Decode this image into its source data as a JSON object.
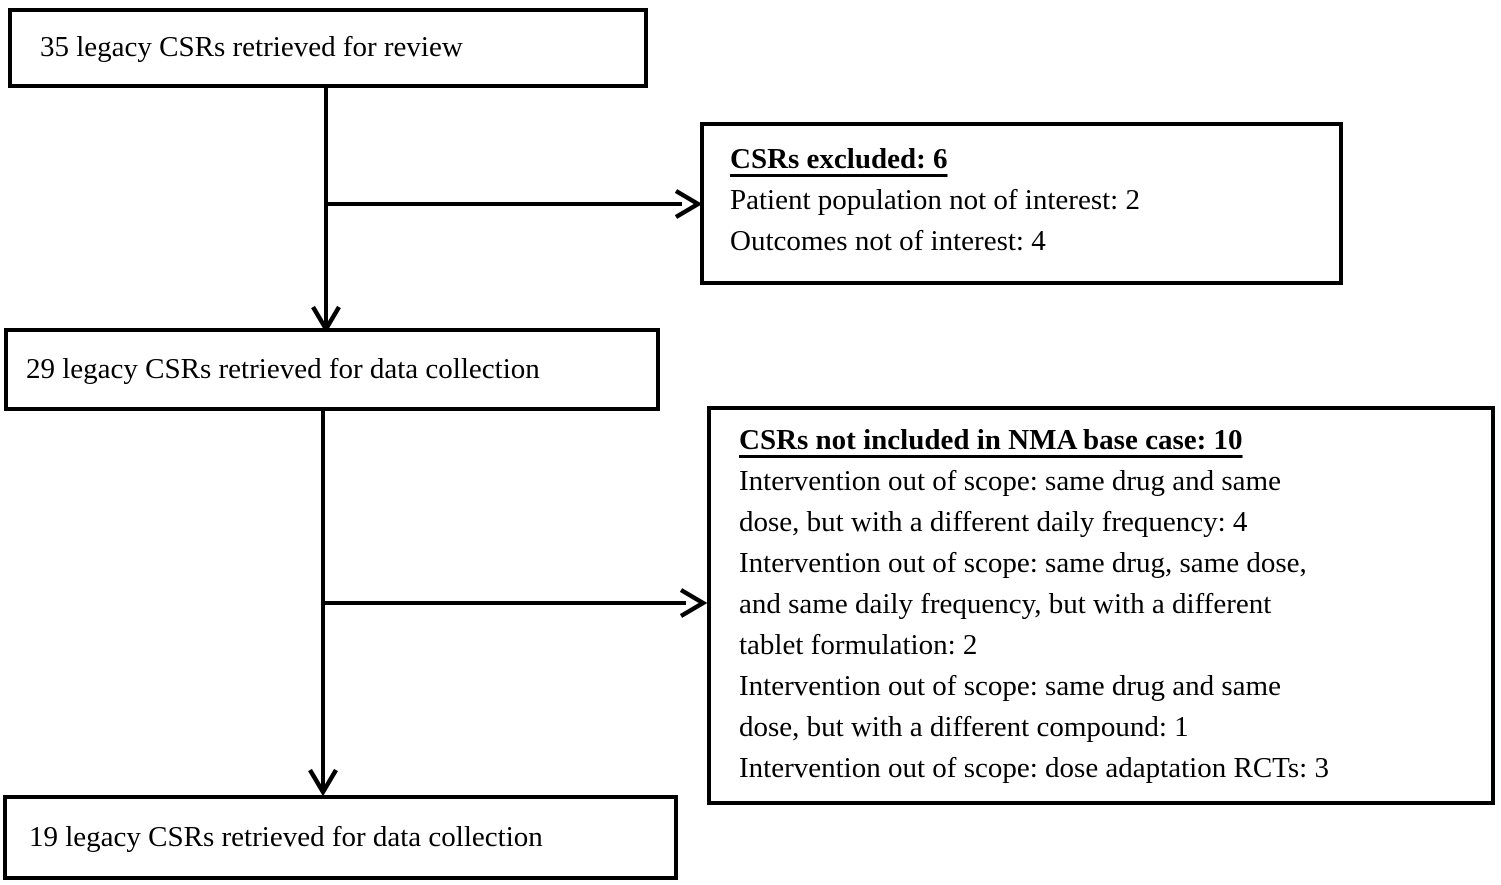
{
  "diagram": {
    "background_color": "#ffffff",
    "stroke_color": "#000000",
    "boxes": {
      "review": {
        "text": "35 legacy CSRs retrieved for review"
      },
      "excluded": {
        "title": "CSRs excluded: 6",
        "lines": [
          "Patient population not of interest: 2",
          "Outcomes not of interest: 4"
        ]
      },
      "data_collection_29": {
        "text": "29 legacy CSRs retrieved for data collection"
      },
      "not_included_nma": {
        "title": "CSRs not included in NMA base case: 10",
        "lines": [
          "Intervention out of scope: same drug and same",
          "dose, but with a different daily frequency: 4",
          "Intervention out of scope: same drug, same dose,",
          "and same daily frequency, but with a different",
          "tablet formulation: 2",
          "Intervention out of scope: same drug and same",
          "dose, but with a different compound: 1",
          "Intervention out of scope: dose adaptation RCTs: 3"
        ]
      },
      "data_collection_19": {
        "text": "19 legacy CSRs retrieved for data collection"
      }
    }
  }
}
